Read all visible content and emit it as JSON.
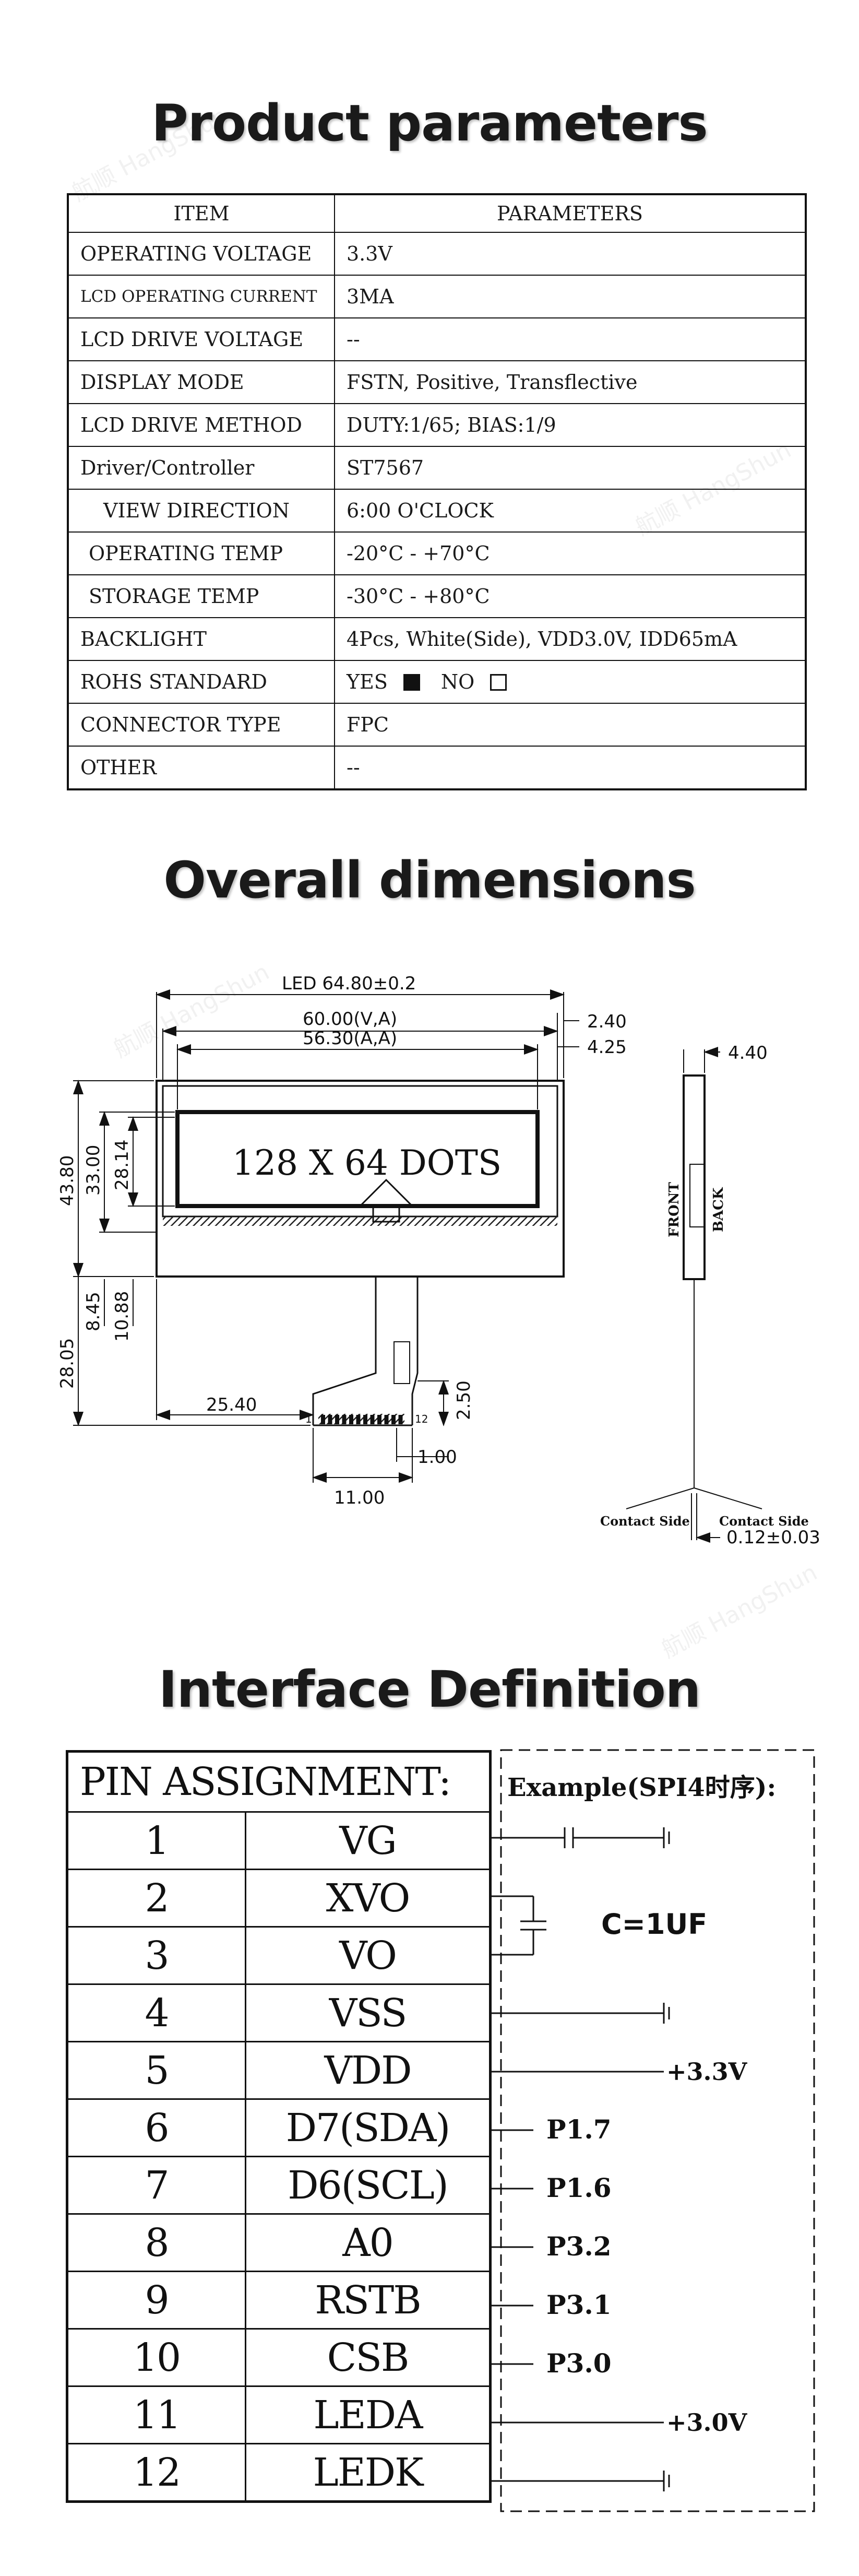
{
  "sections": {
    "params_title": "Product parameters",
    "dims_title": "Overall dimensions",
    "iface_title": "Interface Definition"
  },
  "params": {
    "header": [
      "ITEM",
      "PARAMETERS"
    ],
    "rows": [
      {
        "item": "OPERATING VOLTAGE",
        "value": "3.3V"
      },
      {
        "item": "LCD OPERATING CURRENT",
        "value": "3MA"
      },
      {
        "item": "LCD DRIVE VOLTAGE",
        "value": "--"
      },
      {
        "item": "DISPLAY MODE",
        "value": "FSTN, Positive, Transflective"
      },
      {
        "item": "LCD DRIVE METHOD",
        "value": "DUTY:1/65; BIAS:1/9"
      },
      {
        "item": "Driver/Controller",
        "value": "ST7567"
      },
      {
        "item": "VIEW DIRECTION",
        "value": "6:00 O'CLOCK"
      },
      {
        "item": "OPERATING TEMP",
        "value": "-20°C - +70°C"
      },
      {
        "item": "STORAGE TEMP",
        "value": "-30°C - +80°C"
      },
      {
        "item": "BACKLIGHT",
        "value": "4Pcs, White(Side), VDD3.0V, IDD65mA"
      },
      {
        "item": "ROHS STANDARD",
        "yes": "YES",
        "no": "NO"
      },
      {
        "item": "CONNECTOR TYPE",
        "value": "FPC"
      },
      {
        "item": "OTHER",
        "value": "--"
      }
    ]
  },
  "dimensions": {
    "led": "LED 64.80±0.2",
    "va": "60.00(V,A)",
    "aa": "56.30(A,A)",
    "right1": "2.40",
    "right2": "4.25",
    "side_thickness": "4.40",
    "h_total": "43.80",
    "h_va": "33.00",
    "h_aa": "28.14",
    "fpc_total": "28.05",
    "fpc_a": "8.45",
    "fpc_b": "10.88",
    "fpc_left": "25.40",
    "fpc_width": "11.00",
    "fpc_pitch": "1.00",
    "fpc_tail": "2.50",
    "pin_first": "1",
    "pin_last": "12",
    "display_text": "128 X 64 DOTS",
    "front": "FRONT",
    "back": "BACK",
    "contact_left": "Contact Side",
    "contact_right": "Contact Side",
    "fpc_thickness": "0.12±0.03"
  },
  "interface": {
    "header": "PIN ASSIGNMENT:",
    "example_label": "Example(SPI4时序):",
    "cap_label": "C=1UF",
    "pins": [
      {
        "num": "1",
        "name": "VG"
      },
      {
        "num": "2",
        "name": "XVO"
      },
      {
        "num": "3",
        "name": "VO"
      },
      {
        "num": "4",
        "name": "VSS"
      },
      {
        "num": "5",
        "name": "VDD"
      },
      {
        "num": "6",
        "name": "D7(SDA)"
      },
      {
        "num": "7",
        "name": "D6(SCL)"
      },
      {
        "num": "8",
        "name": "A0"
      },
      {
        "num": "9",
        "name": "RSTB"
      },
      {
        "num": "10",
        "name": "CSB"
      },
      {
        "num": "11",
        "name": "LEDA"
      },
      {
        "num": "12",
        "name": "LEDK"
      }
    ],
    "connections": {
      "vdd": "+3.3V",
      "d7": "P1.7",
      "d6": "P1.6",
      "a0": "P3.2",
      "rstb": "P3.1",
      "csb": "P3.0",
      "leda": "+3.0V"
    }
  }
}
